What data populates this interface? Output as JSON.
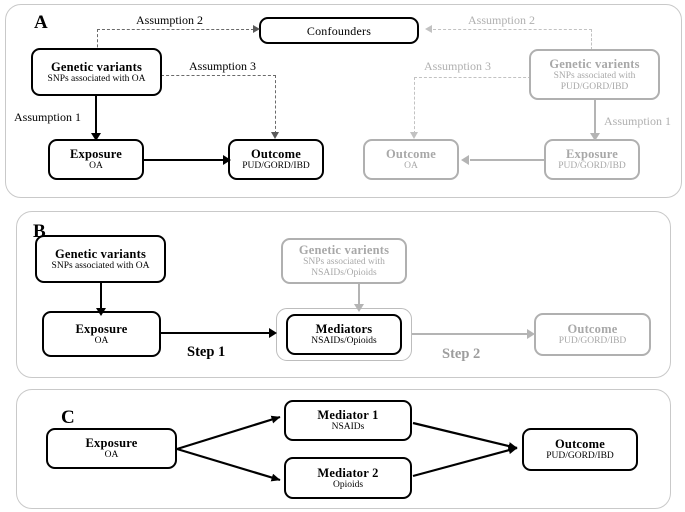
{
  "figure": {
    "panels": [
      {
        "letter": "A",
        "nodes": [
          {
            "id": "a-gv-left",
            "title": "Genetic variants",
            "subtitle": "SNPs associated with OA",
            "style": "black"
          },
          {
            "id": "a-confounders",
            "title": "Confounders",
            "subtitle": "",
            "style": "black"
          },
          {
            "id": "a-exposure-left",
            "title": "Exposure",
            "subtitle": "OA",
            "style": "black"
          },
          {
            "id": "a-outcome-left",
            "title": "Outcome",
            "subtitle": "PUD/GORD/IBD",
            "style": "black"
          },
          {
            "id": "a-gv-right",
            "title": "Genetic varients",
            "subtitle": "SNPs associated with",
            "subtitle2": "PUD/GORD/IBD",
            "style": "gray"
          },
          {
            "id": "a-exposure-right",
            "title": "Exposure",
            "subtitle": "PUD/GORD/IBD",
            "style": "gray"
          },
          {
            "id": "a-outcome-right",
            "title": "Outcome",
            "subtitle": "OA",
            "style": "gray"
          }
        ],
        "edge_labels": {
          "assumption2_left": "Assumption 2",
          "assumption3_left": "Assumption 3",
          "assumption1_left": "Assumption 1",
          "assumption2_right": "Assumption 2",
          "assumption3_right": "Assumption 3",
          "assumption1_right": "Assumption 1"
        }
      },
      {
        "letter": "B",
        "nodes": [
          {
            "id": "b-gv-left",
            "title": "Genetic variants",
            "subtitle": "SNPs associated with OA",
            "style": "black"
          },
          {
            "id": "b-exposure",
            "title": "Exposure",
            "subtitle": "OA",
            "style": "black"
          },
          {
            "id": "b-gv-right",
            "title": "Genetic varients",
            "subtitle": "SNPs associated with",
            "subtitle2": "NSAIDs/Opioids",
            "style": "gray"
          },
          {
            "id": "b-mediators",
            "title": "Mediators",
            "subtitle": "NSAIDs/Opioids",
            "style": "black"
          },
          {
            "id": "b-outcome",
            "title": "Outcome",
            "subtitle": "PUD/GORD/IBD",
            "style": "gray"
          }
        ],
        "edge_labels": {
          "step1": "Step 1",
          "step2": "Step 2"
        }
      },
      {
        "letter": "C",
        "nodes": [
          {
            "id": "c-exposure",
            "title": "Exposure",
            "subtitle": "OA",
            "style": "black"
          },
          {
            "id": "c-mediator1",
            "title": "Mediator 1",
            "subtitle": "NSAIDs",
            "style": "black"
          },
          {
            "id": "c-mediator2",
            "title": "Mediator 2",
            "subtitle": "Opioids",
            "style": "black"
          },
          {
            "id": "c-outcome",
            "title": "Outcome",
            "subtitle": "PUD/GORD/IBD",
            "style": "black"
          }
        ],
        "edge_labels": {}
      }
    ],
    "colors": {
      "black": "#000000",
      "gray_node": "#b0b0b0",
      "gray_text": "#a8a8a8",
      "dashed": "#6a6a6a",
      "dashed_gray": "#c2c2c2",
      "panel_border": "#c9c9c9",
      "background": "#ffffff"
    }
  }
}
